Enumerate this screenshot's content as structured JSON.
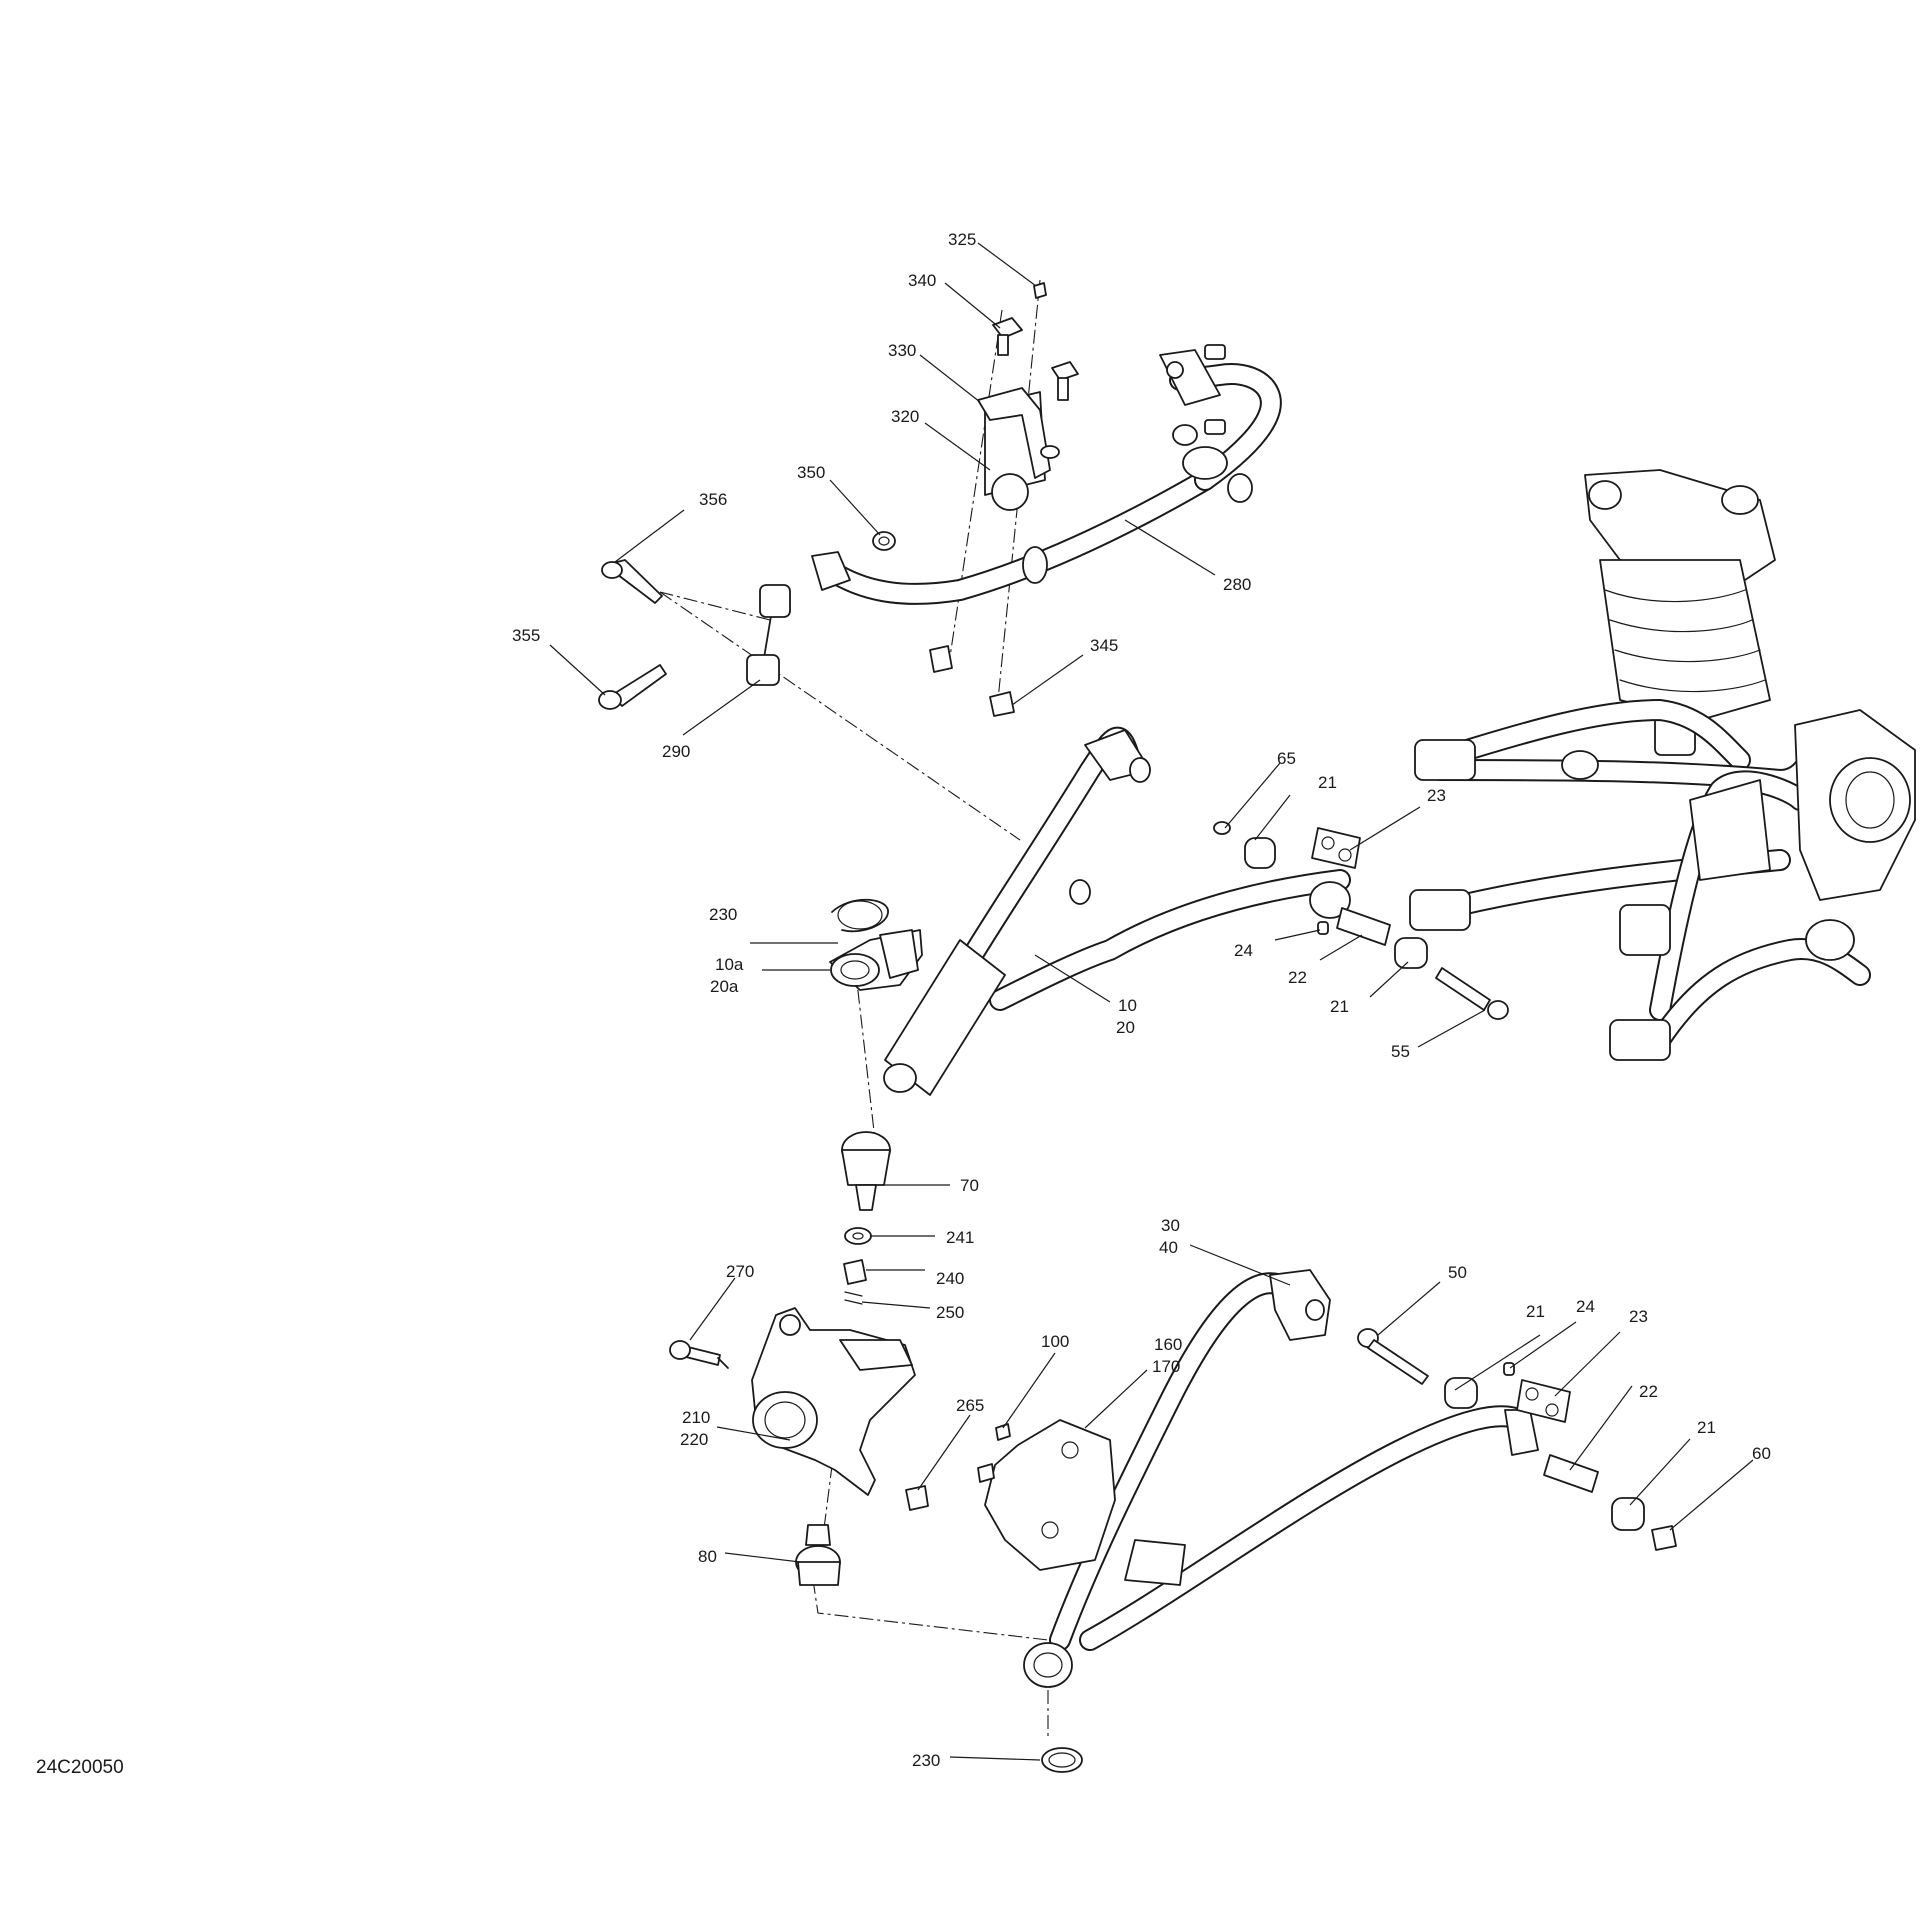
{
  "figure_code": "24C20050",
  "labels": {
    "l325": "325",
    "l340": "340",
    "l330": "330",
    "l320": "320",
    "l350": "350",
    "l356": "356",
    "l280": "280",
    "l355": "355",
    "l345": "345",
    "l290": "290",
    "l65": "65",
    "l21a": "21",
    "l23a": "23",
    "l230a": "230",
    "l10a": "10a",
    "l20a": "20a",
    "l10": "10",
    "l20": "20",
    "l24a": "24",
    "l22a": "22",
    "l21b": "21",
    "l55": "55",
    "l70": "70",
    "l241": "241",
    "l240": "240",
    "l250": "250",
    "l270": "270",
    "l30": "30",
    "l40": "40",
    "l50": "50",
    "l21c": "21",
    "l24b": "24",
    "l23b": "23",
    "l100": "100",
    "l160": "160",
    "l170": "170",
    "l210": "210",
    "l220": "220",
    "l265": "265",
    "l22b": "22",
    "l21d": "21",
    "l60": "60",
    "l80": "80",
    "l230b": "230"
  }
}
